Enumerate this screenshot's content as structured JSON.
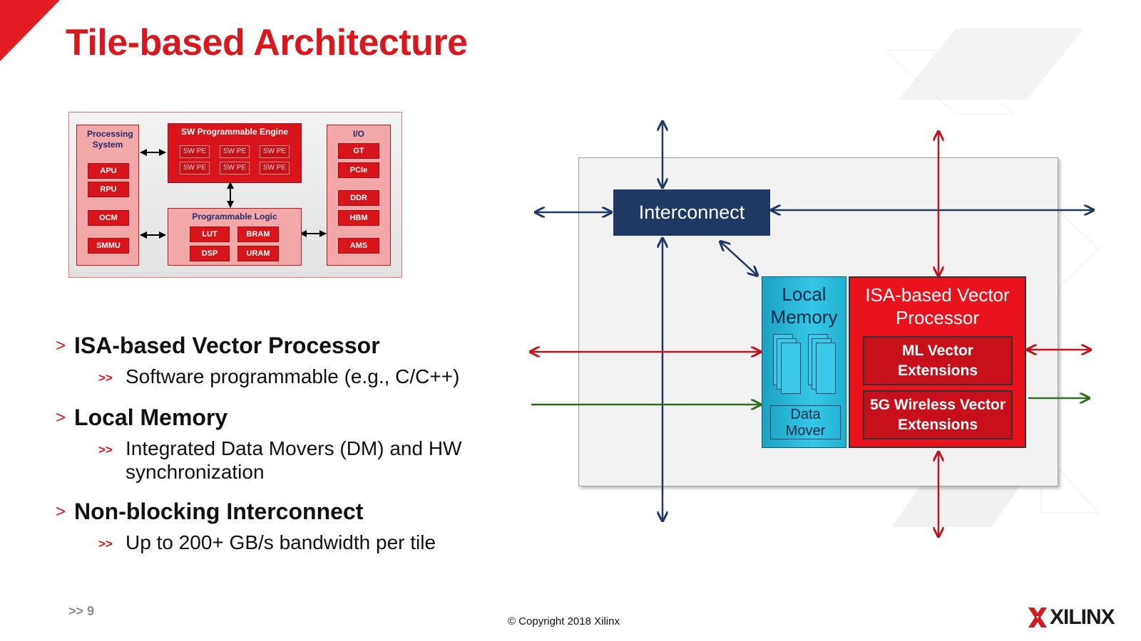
{
  "slide": {
    "title": "Tile-based Architecture",
    "page_number": ">> 9",
    "copyright": "© Copyright 2018 Xilinx",
    "logo_text": "XILINX",
    "colors": {
      "accent_red": "#d7191f",
      "navy": "#1f3864",
      "cyan": "#22b5d8"
    }
  },
  "overview": {
    "processing_system": {
      "title": "Processing System",
      "items": [
        "APU",
        "RPU",
        "OCM",
        "SMMU"
      ]
    },
    "sw_engine": {
      "title": "SW Programmable  Engine",
      "pe_label": "SW PE"
    },
    "programmable_logic": {
      "title": "Programmable  Logic",
      "items": [
        "LUT",
        "BRAM",
        "DSP",
        "URAM"
      ]
    },
    "io": {
      "title": "I/O",
      "items": [
        "GT",
        "PCIe",
        "DDR",
        "HBM",
        "AMS"
      ]
    }
  },
  "bullets": [
    {
      "marker": ">",
      "heading": "ISA-based Vector Processor",
      "sub": {
        "marker": ">>",
        "text": "Software programmable (e.g., C/C++)"
      }
    },
    {
      "marker": ">",
      "heading": "Local Memory",
      "sub": {
        "marker": ">>",
        "text": "Integrated Data Movers (DM) and HW synchronization"
      }
    },
    {
      "marker": ">",
      "heading": "Non-blocking Interconnect",
      "sub": {
        "marker": ">>",
        "text": "Up to 200+ GB/s bandwidth per tile"
      }
    }
  ],
  "tile": {
    "interconnect": "Interconnect",
    "local_memory": "Local Memory",
    "data_mover": "Data Mover",
    "vector_processor": "ISA-based Vector Processor",
    "ml_ext": "ML Vector Extensions",
    "wireless_ext": "5G Wireless Vector Extensions"
  }
}
